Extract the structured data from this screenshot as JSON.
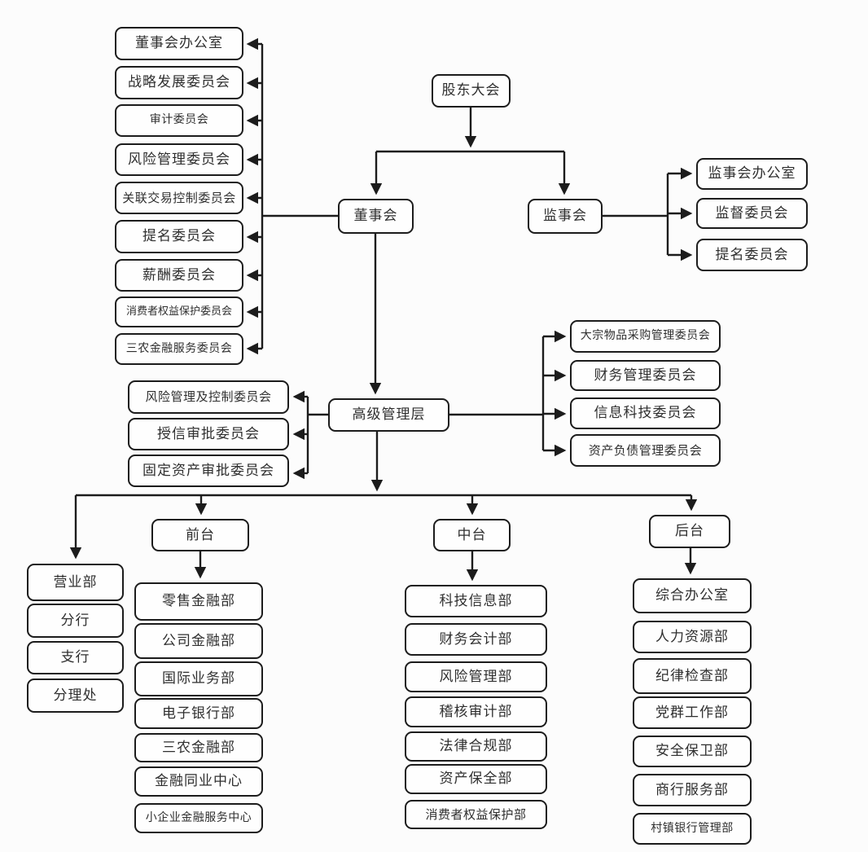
{
  "diagram": {
    "nodes": {
      "shareholders": "股东大会",
      "board": "董事会",
      "supervisory_board": "监事会",
      "senior_management": "高级管理层",
      "front_office": "前台",
      "middle_office": "中台",
      "back_office": "后台"
    },
    "board_committees": [
      "董事会办公室",
      "战略发展委员会",
      "审计委员会",
      "风险管理委员会",
      "关联交易控制委员会",
      "提名委员会",
      "薪酬委员会",
      "消费者权益保护委员会",
      "三农金融服务委员会"
    ],
    "supervisory_committees": [
      "监事会办公室",
      "监督委员会",
      "提名委员会"
    ],
    "senior_left_committees": [
      "风险管理及控制委员会",
      "授信审批委员会",
      "固定资产审批委员会"
    ],
    "senior_right_committees": [
      "大宗物品采购管理委员会",
      "财务管理委员会",
      "信息科技委员会",
      "资产负债管理委员会"
    ],
    "branch_network": [
      "营业部",
      "分行",
      "支行",
      "分理处"
    ],
    "front_office_departments": [
      "零售金融部",
      "公司金融部",
      "国际业务部",
      "电子银行部",
      "三农金融部",
      "金融同业中心",
      "小企业金融服务中心"
    ],
    "middle_office_departments": [
      "科技信息部",
      "财务会计部",
      "风险管理部",
      "稽核审计部",
      "法律合规部",
      "资产保全部",
      "消费者权益保护部"
    ],
    "back_office_departments": [
      "综合办公室",
      "人力资源部",
      "纪律检查部",
      "党群工作部",
      "安全保卫部",
      "商行服务部",
      "村镇银行管理部"
    ]
  },
  "colors": {
    "line": "#1c1c1c",
    "box_border": "#1c1c1c",
    "box_background": "#fefefe",
    "text": "#2f2f2f",
    "page_background": "#fcfcfc"
  }
}
